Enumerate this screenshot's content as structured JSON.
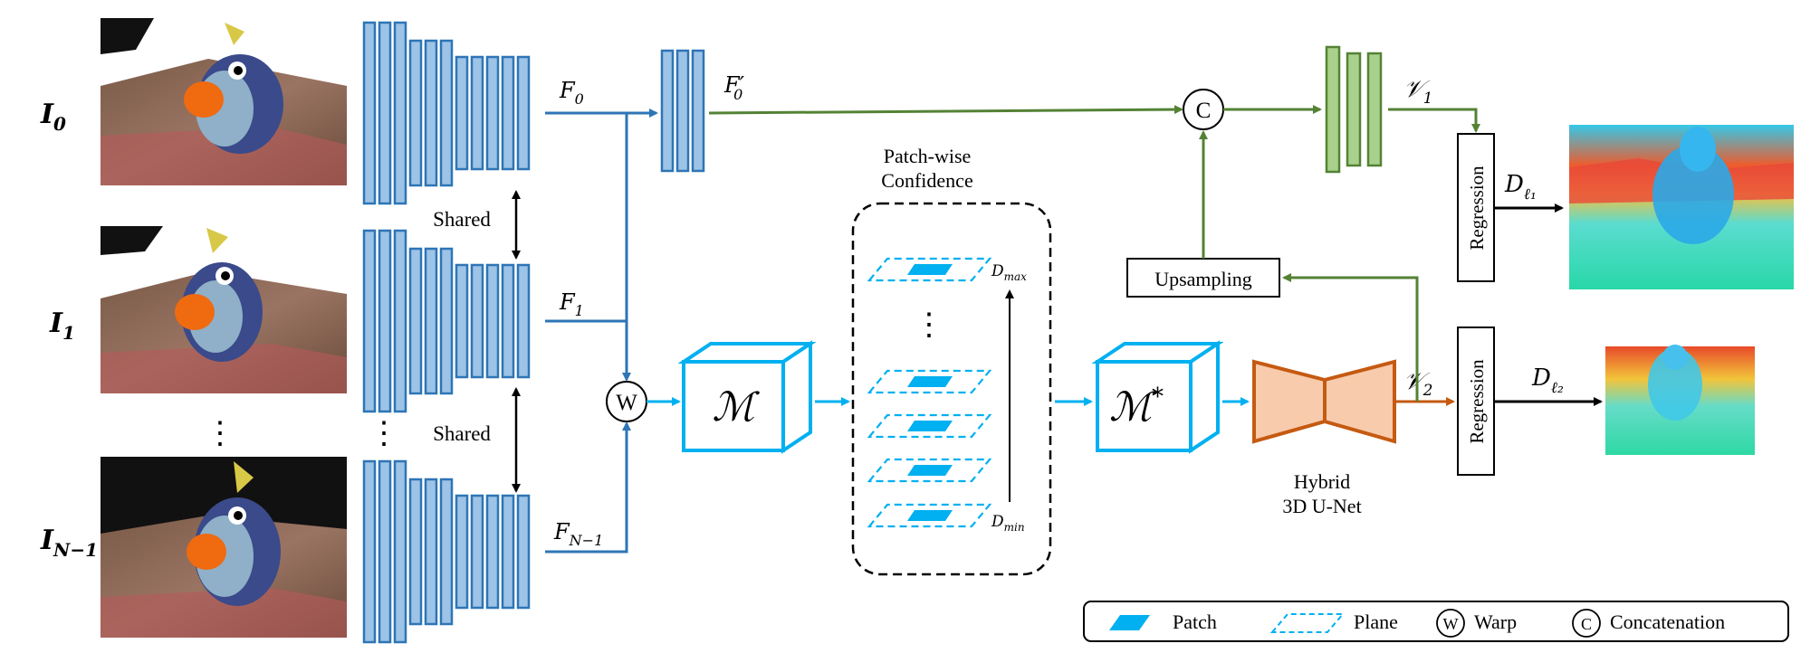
{
  "inputs": [
    {
      "label": "I",
      "sub": "0"
    },
    {
      "label": "I",
      "sub": "1"
    },
    {
      "label": "I",
      "sub": "N−1"
    }
  ],
  "feature_labels": [
    {
      "label": "F",
      "sub": "0"
    },
    {
      "label": "F",
      "sub": "1"
    },
    {
      "label": "F",
      "sub": "N−1"
    }
  ],
  "refined_feature": {
    "label": "F",
    "sub": "0",
    "prime": "′"
  },
  "shared_label": "Shared",
  "vdots": "⋮",
  "warp_symbol": "W",
  "concat_symbol": "C",
  "cost_volume": "ℳ",
  "cost_volume_star": "ℳ",
  "star": "*",
  "confidence_title_line1": "Patch-wise",
  "confidence_title_line2": "Confidence",
  "d_max": {
    "label": "D",
    "sub": "max"
  },
  "d_min": {
    "label": "D",
    "sub": "min"
  },
  "unet_line1": "Hybrid",
  "unet_line2": "3D U-Net",
  "upsampling": "Upsampling",
  "regression": "Regression",
  "v1": {
    "label": "𝒱",
    "sub": "1"
  },
  "v2": {
    "label": "𝒱",
    "sub": "2"
  },
  "dl1": {
    "label": "D",
    "sub": "ℓ₁"
  },
  "dl2": {
    "label": "D",
    "sub": "ℓ₂"
  },
  "legend": {
    "patch": "Patch",
    "plane": "Plane",
    "warp": "Warp",
    "concat": "Concatenation"
  },
  "colors": {
    "blue_fill": "#9dc3e6",
    "blue_stroke": "#2e75b6",
    "cyan": "#00b0f0",
    "green_fill": "#a9d18e",
    "green_stroke": "#548235",
    "orange_fill": "#f8cbad",
    "orange_stroke": "#c55a11"
  }
}
